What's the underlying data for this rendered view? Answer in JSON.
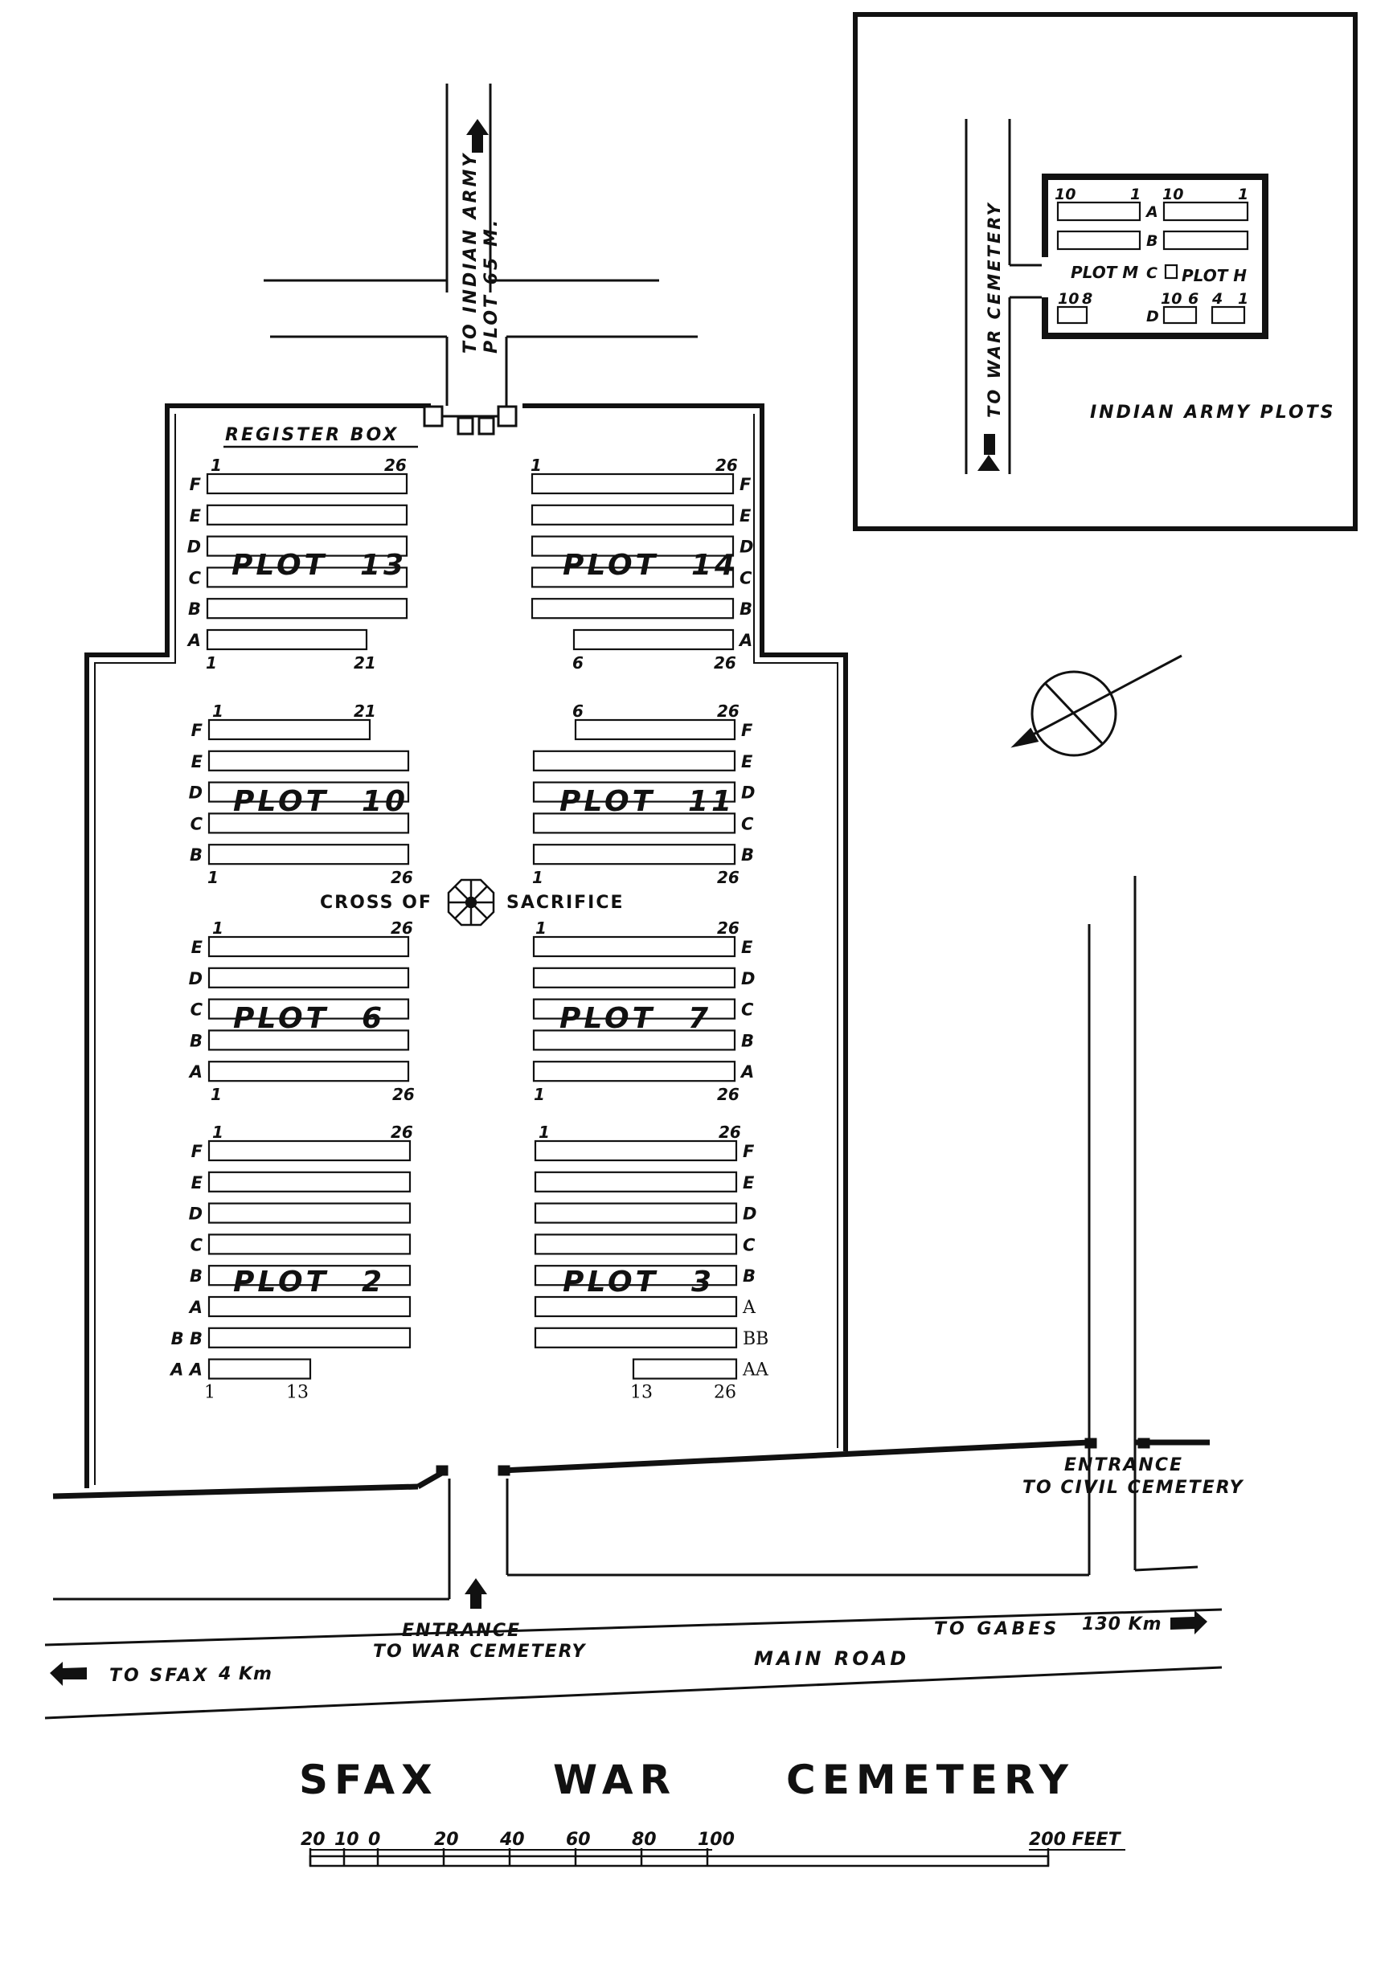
{
  "title": "SFAX WAR CEMETERY",
  "title_parts": [
    "SFAX",
    "WAR",
    "CEMETERY"
  ],
  "labels": {
    "register_box": "REGISTER BOX",
    "to_indian_army": "TO INDIAN ARMY",
    "plot_65m": "PLOT 65 M.",
    "cross_of": "CROSS OF",
    "sacrifice": "SACRIFICE",
    "entrance_civil_1": "ENTRANCE",
    "entrance_civil_2": "TO CIVIL CEMETERY",
    "entrance_war_1": "ENTRANCE",
    "entrance_war_2": "TO WAR CEMETERY",
    "to_sfax": "TO SFAX",
    "sfax_distance": "4 Km",
    "to_gabes": "TO GABES",
    "gabes_distance": "130 Km",
    "main_road": "MAIN ROAD"
  },
  "inset": {
    "title": "INDIAN ARMY PLOTS",
    "to_war_cemetery": "TO WAR CEMETERY",
    "plot_m": "PLOT M",
    "plot_h": "PLOT H",
    "row_a": "A",
    "row_b": "B",
    "row_c": "C",
    "row_d": "D",
    "nums_left_top": [
      "10",
      "1"
    ],
    "nums_right_top": [
      "10",
      "1"
    ],
    "nums_d_left": [
      "10",
      "8"
    ],
    "nums_d_right": [
      "10",
      "6",
      "4",
      "1"
    ]
  },
  "plots": [
    {
      "name": "PLOT 13",
      "label": "PLOT",
      "number": "13",
      "rows": [
        "F",
        "E",
        "D",
        "C",
        "B",
        "A"
      ],
      "top_nums": [
        "1",
        "26"
      ],
      "bottom_nums": [
        "1",
        "21"
      ]
    },
    {
      "name": "PLOT 14",
      "label": "PLOT",
      "number": "14",
      "rows": [
        "F",
        "E",
        "D",
        "C",
        "B",
        "A"
      ],
      "top_nums": [
        "1",
        "26"
      ],
      "bottom_nums": [
        "6",
        "26"
      ]
    },
    {
      "name": "PLOT 10",
      "label": "PLOT",
      "number": "10",
      "rows": [
        "F",
        "E",
        "D",
        "C",
        "B"
      ],
      "top_nums": [
        "1",
        "21"
      ],
      "bottom_nums": [
        "1",
        "26"
      ]
    },
    {
      "name": "PLOT 11",
      "label": "PLOT",
      "number": "11",
      "rows": [
        "F",
        "E",
        "D",
        "C",
        "B"
      ],
      "top_nums": [
        "6",
        "26"
      ],
      "bottom_nums": [
        "1",
        "26"
      ]
    },
    {
      "name": "PLOT 6",
      "label": "PLOT",
      "number": "6",
      "rows": [
        "E",
        "D",
        "C",
        "B",
        "A"
      ],
      "top_nums": [
        "1",
        "26"
      ],
      "bottom_nums": [
        "1",
        "26"
      ]
    },
    {
      "name": "PLOT 7",
      "label": "PLOT",
      "number": "7",
      "rows": [
        "E",
        "D",
        "C",
        "B",
        "A"
      ],
      "top_nums": [
        "1",
        "26"
      ],
      "bottom_nums": [
        "1",
        "26"
      ]
    },
    {
      "name": "PLOT 2",
      "label": "PLOT",
      "number": "2",
      "rows": [
        "F",
        "E",
        "D",
        "C",
        "B",
        "A",
        "B B",
        "A A"
      ],
      "top_nums": [
        "1",
        "26"
      ],
      "bottom_nums": [
        "1",
        "13"
      ]
    },
    {
      "name": "PLOT 3",
      "label": "PLOT",
      "number": "3",
      "rows": [
        "F",
        "E",
        "D",
        "C",
        "B",
        "A",
        "BB",
        "AA"
      ],
      "top_nums": [
        "1",
        "26"
      ],
      "bottom_nums": [
        "13",
        "26"
      ]
    }
  ],
  "scale_bar": {
    "ticks": [
      "20",
      "10",
      "0",
      "20",
      "40",
      "60",
      "80",
      "100",
      "200 FEET"
    ]
  },
  "colors": {
    "ink": "#111111",
    "paper": "#ffffff"
  }
}
